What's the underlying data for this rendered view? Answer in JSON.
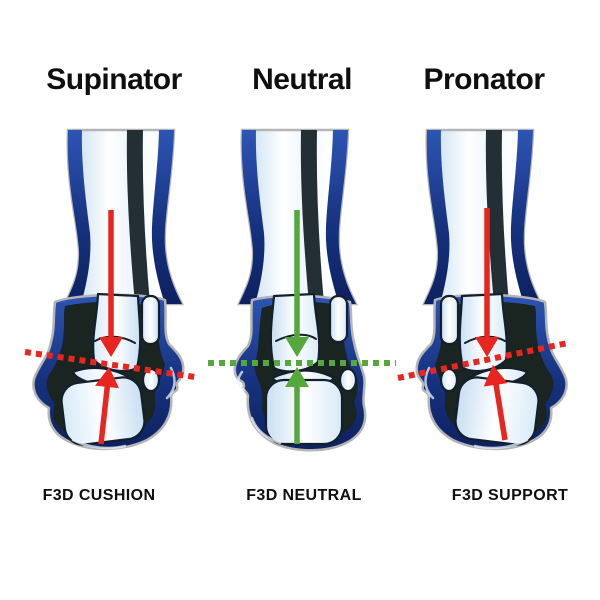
{
  "figure_title": "Foot pronation comparison diagram",
  "colors": {
    "bg": "#ffffff",
    "text": "#0f0f0f",
    "red": "#e8251f",
    "green": "#54a83c",
    "navy": "#1a3a94",
    "navy_dark": "#0d2161",
    "navy_light": "#2d55b5",
    "interior_dark": "#1a2421",
    "leg_shadow": "#232e35",
    "bone_white": "#ffffff",
    "bone_shade": "#c8dff2",
    "outline_gray": "#b5b5b5"
  },
  "panels": [
    {
      "id": "supinator",
      "title": "Supinator",
      "label": "F3D CUSHION",
      "arrow_color": "#e8251f",
      "axis_line": {
        "color": "#e8251f",
        "style": "dotted",
        "tilt": "descends-to-right"
      },
      "arrows": {
        "down": "red vertical arrow into ankle joint",
        "up": "red tilted arrow from heel up to joint"
      }
    },
    {
      "id": "neutral",
      "title": "Neutral",
      "label": "F3D NEUTRAL",
      "arrow_color": "#54a83c",
      "axis_line": {
        "color": "#54a83c",
        "style": "dotted",
        "tilt": "horizontal"
      },
      "arrows": {
        "down": "green vertical arrow into ankle joint",
        "up": "green vertical arrow from heel up to joint"
      }
    },
    {
      "id": "pronator",
      "title": "Pronator",
      "label": "F3D SUPPORT",
      "arrow_color": "#e8251f",
      "axis_line": {
        "color": "#e8251f",
        "style": "dotted",
        "tilt": "ascends-to-right"
      },
      "arrows": {
        "down": "red vertical arrow into ankle joint",
        "up": "red tilted arrow from heel up to joint"
      }
    }
  ]
}
